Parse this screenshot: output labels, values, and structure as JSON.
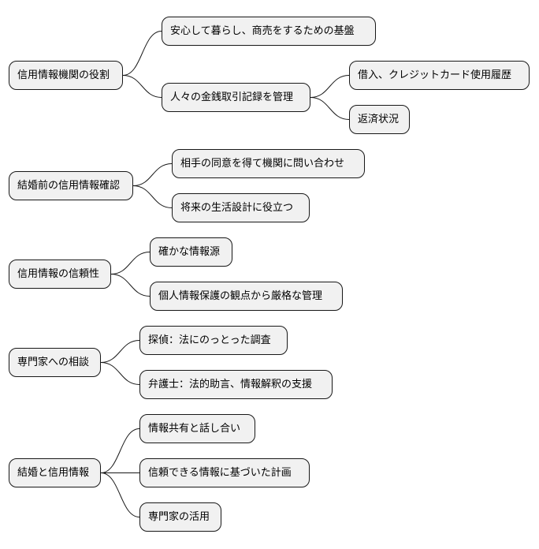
{
  "mindmaps": [
    {
      "root": "信用情報機関の役割",
      "children": [
        {
          "label": "安心して暮らし、商売をするための基盤",
          "children": []
        },
        {
          "label": "人々の金銭取引記録を管理",
          "children": [
            {
              "label": "借入、クレジットカード使用履歴"
            },
            {
              "label": "返済状況"
            }
          ]
        }
      ]
    },
    {
      "root": "結婚前の信用情報確認",
      "children": [
        {
          "label": "相手の同意を得て機関に問い合わせ",
          "children": []
        },
        {
          "label": "将来の生活設計に役立つ",
          "children": []
        }
      ]
    },
    {
      "root": "信用情報の信頼性",
      "children": [
        {
          "label": "確かな情報源",
          "children": []
        },
        {
          "label": "個人情報保護の観点から厳格な管理",
          "children": []
        }
      ]
    },
    {
      "root": "専門家への相談",
      "children": [
        {
          "label": "探偵：法にのっとった調査",
          "children": []
        },
        {
          "label": "弁護士：法的助言、情報解釈の支援",
          "children": []
        }
      ]
    },
    {
      "root": "結婚と信用情報",
      "children": [
        {
          "label": "情報共有と話し合い",
          "children": []
        },
        {
          "label": "信頼できる情報に基づいた計画",
          "children": []
        },
        {
          "label": "専門家の活用",
          "children": []
        }
      ]
    }
  ],
  "colors": {
    "node_fill": "#f1f1f1",
    "node_border": "#181818",
    "edge": "#181818"
  }
}
